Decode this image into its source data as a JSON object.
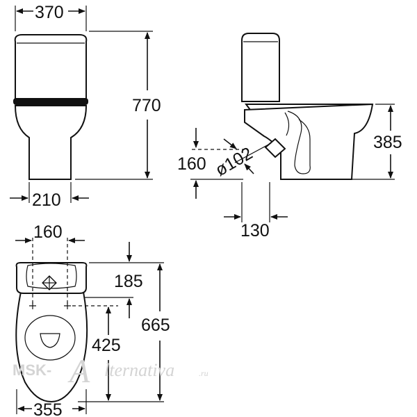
{
  "dimensions": {
    "front_width_top": "370",
    "front_height": "770",
    "front_base_width": "210",
    "side_inlet_height": "160",
    "side_outlet_diameter": "ø102",
    "side_seat_height": "385",
    "side_offset": "130",
    "top_fixing_spacing": "160",
    "top_tank_depth": "185",
    "top_overall_depth": "665",
    "top_fixing_to_front": "425",
    "top_bowl_width": "355"
  },
  "watermark": {
    "brand_left": "MSK-",
    "brand_script": "A",
    "brand_right": "lternativa",
    "brand_tld": ".ru"
  },
  "colors": {
    "line": "#111111",
    "watermark": "#d4d4d4",
    "background": "#ffffff"
  }
}
